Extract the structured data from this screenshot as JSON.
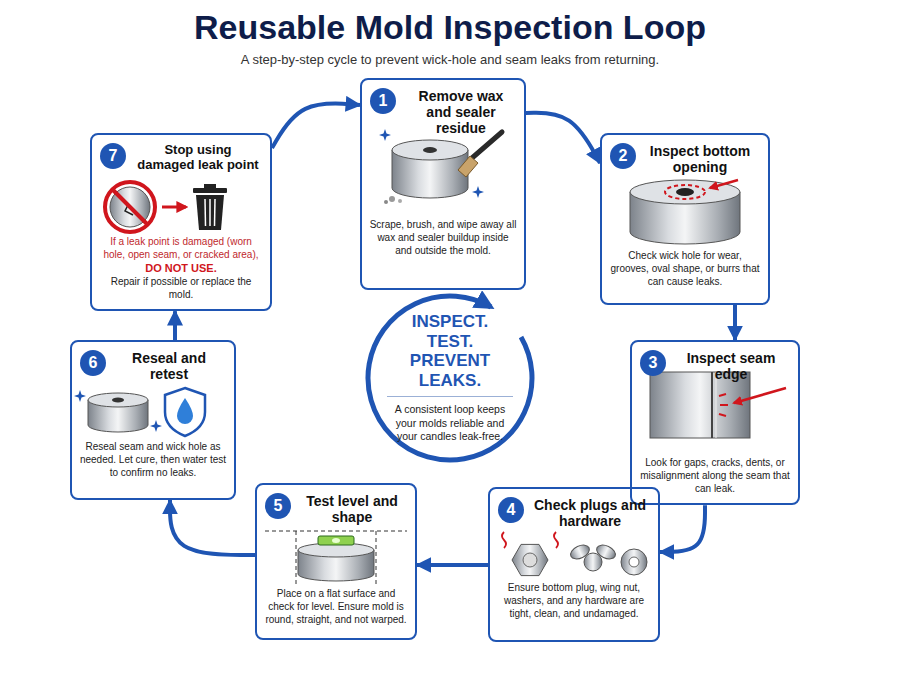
{
  "diagram": {
    "title": "Reusable Mold Inspection Loop",
    "caption": "A step-by-step cycle to prevent wick-hole and seam leaks from returning.",
    "nodes": [
      {
        "text": [
          "Remove wax and sealer residue",
          "Scrape, brush, and wipe away all wax and sealer buildup inside and outside the mold."
        ]
      },
      {
        "text": [
          "1"
        ],
        "in": 0
      },
      {
        "text": [
          "Inspect bottom opening",
          "Check wick hole for wear, grooves, oval shape, or burrs that can cause leaks."
        ]
      },
      {
        "text": [
          "2"
        ],
        "in": 2
      },
      {
        "text": [
          "Inspect seam edge",
          "Look for gaps, cracks, dents, or misalignment along the seam that can leak."
        ]
      },
      {
        "text": [
          "3"
        ],
        "in": 4
      },
      {
        "text": [
          "Check plugs and hardware",
          "Ensure bottom plug, wing nut, washers, and any hardware are tight, clean, and undamaged."
        ]
      },
      {
        "text": [
          "4"
        ],
        "in": 6
      },
      {
        "text": [
          "Test level and shape",
          "Place on a flat surface and check for level. Ensure mold is round, straight, and not warped."
        ]
      },
      {
        "text": [
          "5"
        ],
        "in": 8
      },
      {
        "text": [
          "Reseal and retest",
          "Reseal seam and wick hole as needed. Let cure, then water test to confirm no leaks."
        ]
      },
      {
        "text": [
          "6"
        ],
        "in": 10
      },
      {
        "text": [
          "Stop using damaged leak point",
          "If a leak point is damaged (worn hole, open seam, or cracked area),",
          "DO NOT USE.",
          "Repair if possible or replace the mold."
        ]
      },
      {
        "text": [
          "7"
        ],
        "in": 12
      },
      {
        "text": [
          "INSPECT. TEST. PREVENT LEAKS.",
          "A consistent loop keeps your molds reliable and your candles leak-free."
        ]
      }
    ],
    "edges": [
      {
        "from": 0,
        "to": 2,
        "arrow": "to"
      },
      {
        "from": 2,
        "to": 4,
        "arrow": "to"
      },
      {
        "from": 4,
        "to": 6,
        "arrow": "to"
      },
      {
        "from": 6,
        "to": 8,
        "arrow": "to"
      },
      {
        "from": 8,
        "to": 10,
        "arrow": "to"
      },
      {
        "from": 10,
        "to": 12,
        "arrow": "to"
      },
      {
        "from": 12,
        "to": 0,
        "arrow": "to"
      }
    ]
  }
}
